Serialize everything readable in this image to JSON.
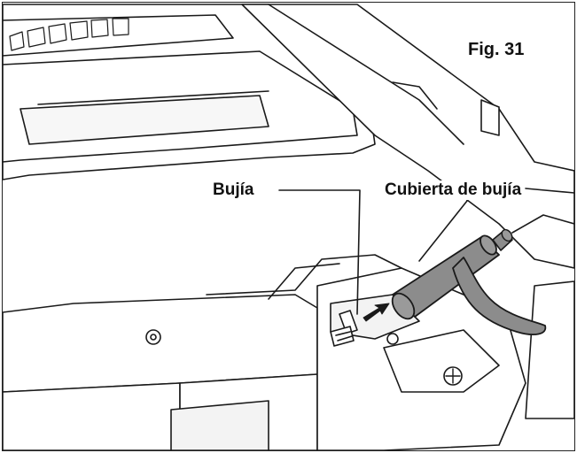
{
  "figure": {
    "number_label": "Fig. 31",
    "callouts": {
      "spark_plug": "Bujía",
      "spark_plug_cover": "Cubierta de bujía"
    }
  },
  "colors": {
    "line": "#1a1a1a",
    "cover_fill": "#8c8c8c",
    "background": "#ffffff"
  }
}
